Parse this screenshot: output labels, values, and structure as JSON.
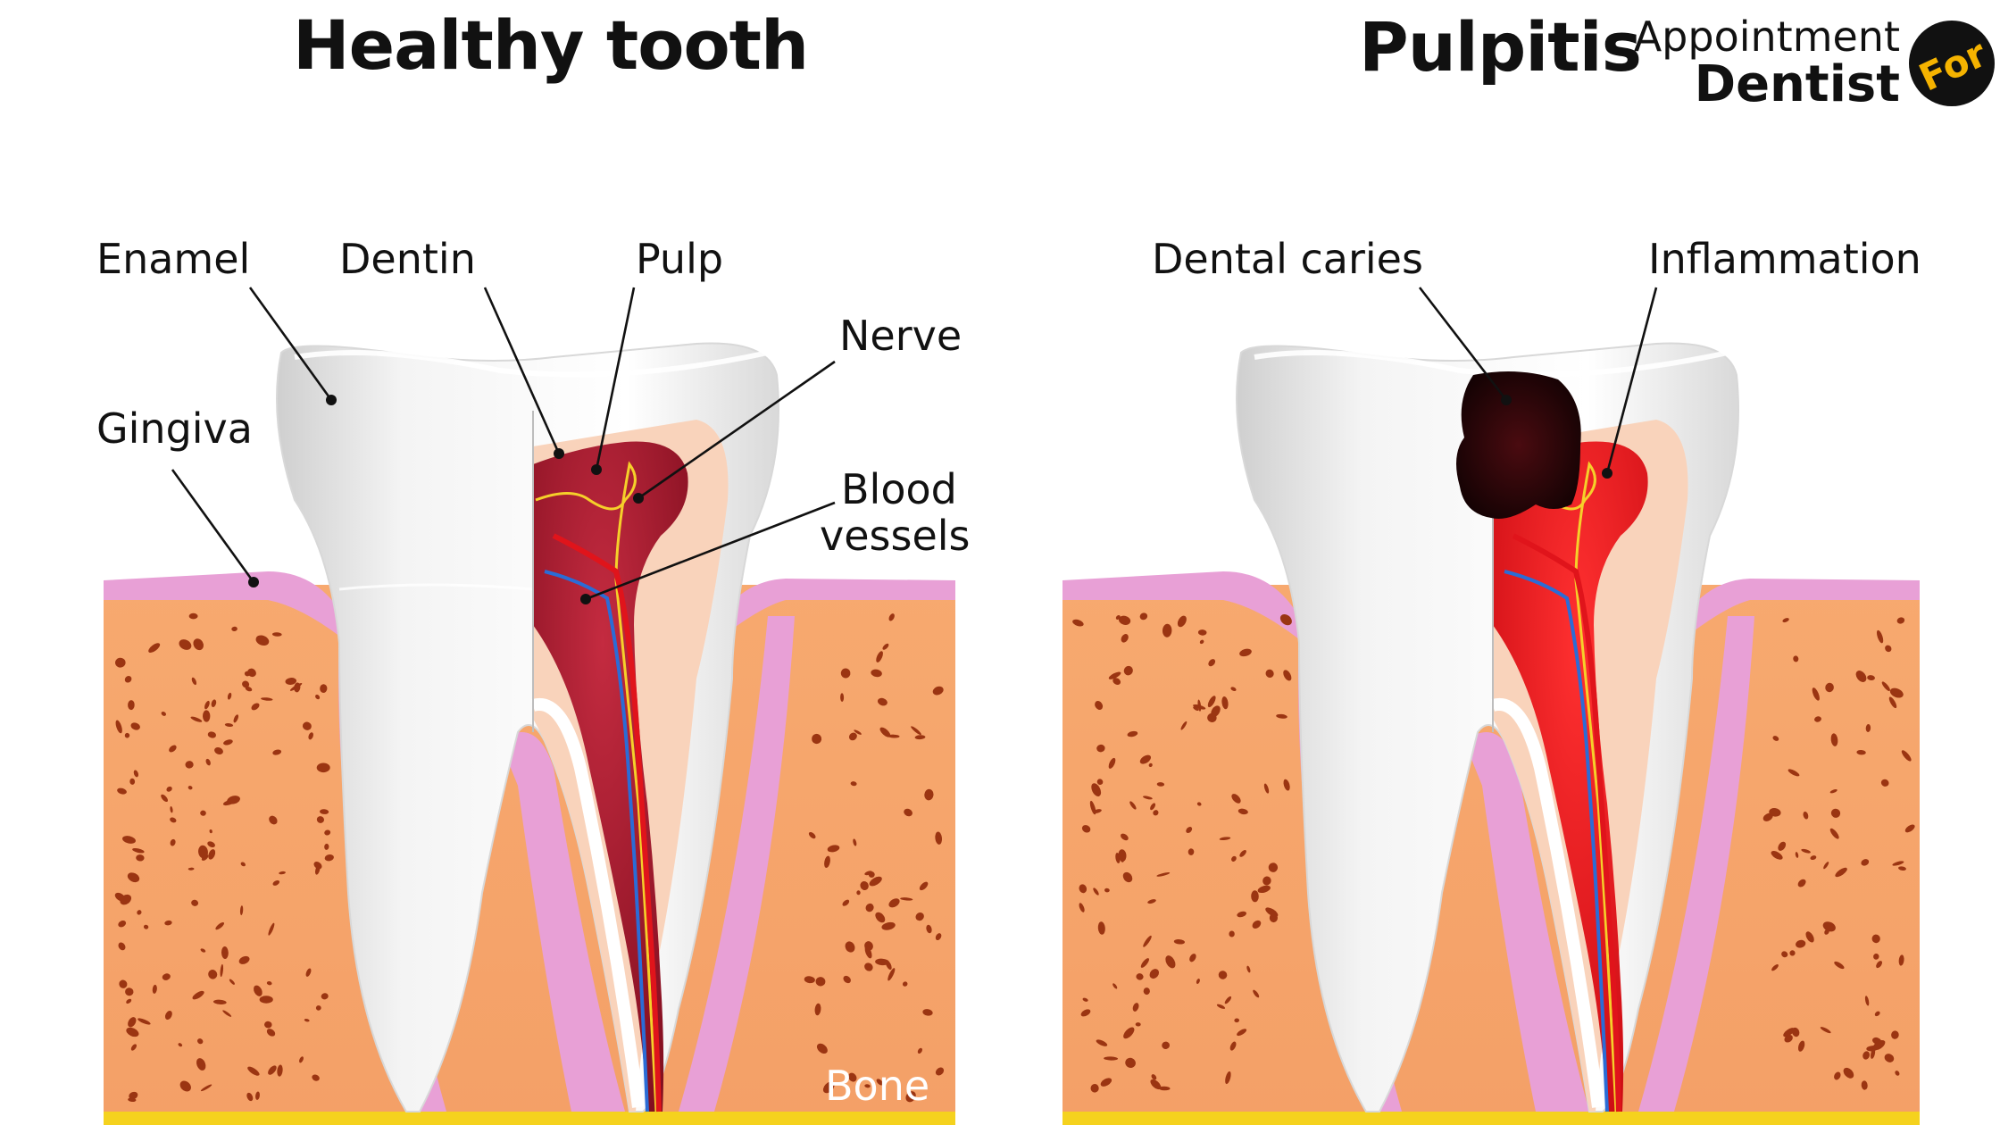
{
  "panels": [
    {
      "title": "Healthy tooth",
      "labels": {
        "enamel": "Enamel",
        "dentin": "Dentin",
        "pulp": "Pulp",
        "nerve": "Nerve",
        "gingiva": "Gingiva",
        "blood_vessels_1": "Blood",
        "blood_vessels_2": "vessels",
        "bone": "Bone"
      }
    },
    {
      "title": "Pulpitis",
      "labels": {
        "dental_caries": "Dental caries",
        "inflammation": "Inflammation"
      }
    }
  ],
  "logo": {
    "line1": "Appointment",
    "line2": "Dentist",
    "badge": "For"
  },
  "colors": {
    "bone": "#F7A96F",
    "bone_pores": "#9B3512",
    "gingiva": "#E8A0D6",
    "enamel": "#F2F2F2",
    "dentin": "#F9D3BB",
    "pulp_healthy": "#A3142A",
    "pulp_inflamed": "#E8141B",
    "caries": "#2A0608",
    "nerve": "#F5D02A",
    "artery": "#E0141B",
    "vein": "#2B6CD6",
    "badge": "#111111",
    "badge_text": "#F5B300"
  }
}
